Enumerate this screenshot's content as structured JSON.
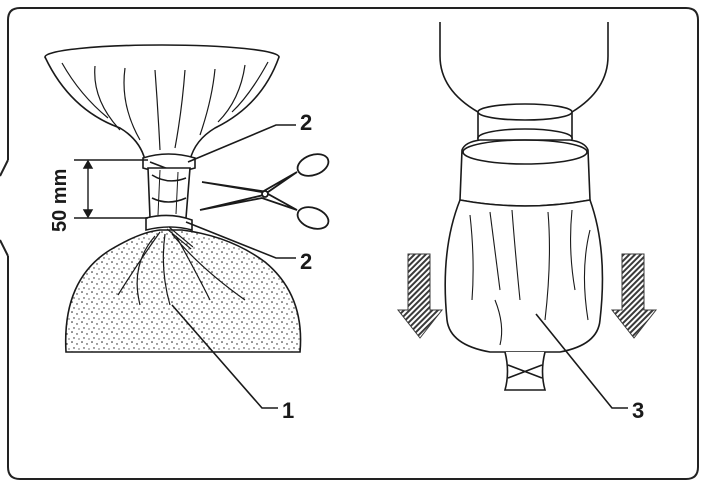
{
  "labels": {
    "part_1": "1",
    "part_2_upper": "2",
    "part_2_lower": "2",
    "part_3": "3",
    "dimension": "50 mm"
  },
  "colors": {
    "line": "#1a1a1a",
    "frame": "#222222",
    "sand_fill": "#ffffff",
    "arrow_fill": "#3a3a3a"
  },
  "icons": {
    "scissors": "scissors-icon",
    "down_arrows": "down-arrow-icon"
  }
}
